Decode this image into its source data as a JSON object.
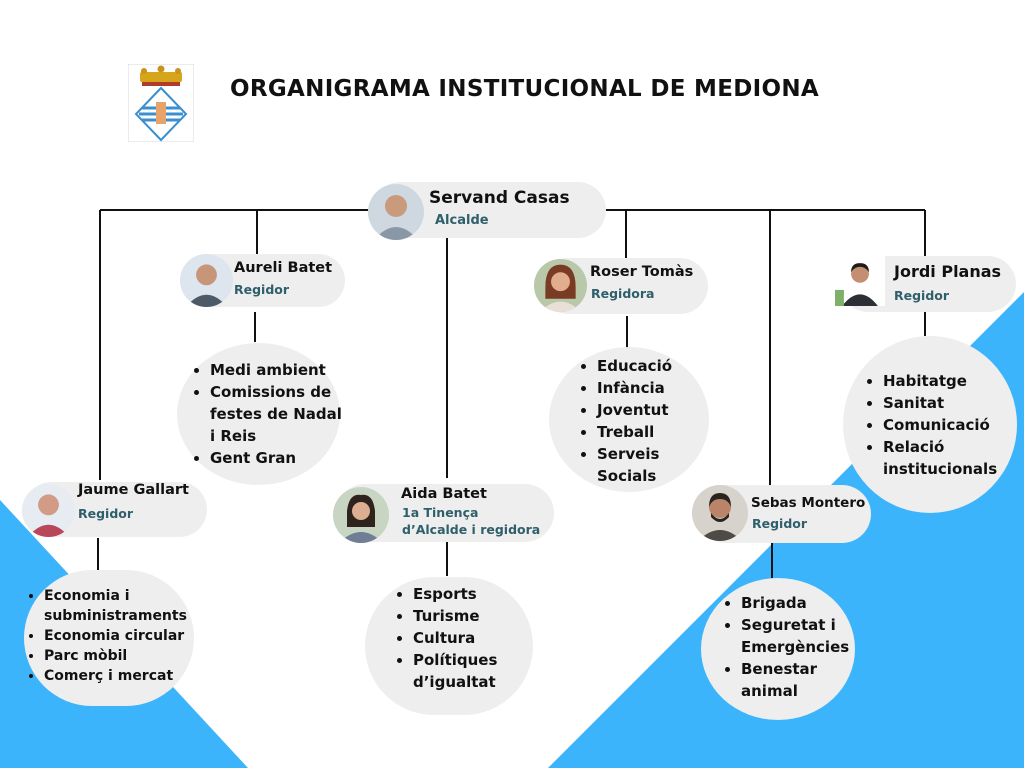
{
  "title": "ORGANIGRAMA INSTITUCIONAL DE MEDIONA",
  "colors": {
    "accent_blue": "#3BB4FB",
    "pill_bg": "#EEEEEE",
    "role_text": "#2F5F6A"
  },
  "crest": {
    "icon": "municipal-coat-of-arms-icon"
  },
  "mayor": {
    "name": "Servand Casas",
    "role": "Alcalde"
  },
  "members": {
    "aureli": {
      "name": "Aureli Batet",
      "role": "Regidor",
      "areas": [
        "Medi ambient",
        "Comissions de festes de Nadal i Reis",
        "Gent Gran"
      ]
    },
    "jaume": {
      "name": "Jaume Gallart",
      "role": "Regidor",
      "areas": [
        "Economia i subministraments",
        "Economia circular",
        "Parc mòbil",
        "Comerç i mercat"
      ]
    },
    "aida": {
      "name": "Aida Batet",
      "role_line1": "1a Tinença",
      "role_line2": "d’Alcalde i regidora",
      "areas": [
        "Esports",
        "Turisme",
        "Cultura",
        "Polítiques d’igualtat"
      ]
    },
    "roser": {
      "name": "Roser Tomàs",
      "role": "Regidora",
      "areas": [
        "Educació",
        "Infància",
        "Joventut",
        "Treball",
        "Serveis Socials"
      ]
    },
    "sebas": {
      "name": "Sebas Montero",
      "role": "Regidor",
      "areas": [
        "Brigada",
        "Seguretat i Emergències",
        "Benestar animal"
      ]
    },
    "jordi": {
      "name": "Jordi Planas",
      "role": "Regidor",
      "areas": [
        "Habitatge",
        "Sanitat",
        "Comunicació",
        "Relació institucionals"
      ]
    }
  }
}
